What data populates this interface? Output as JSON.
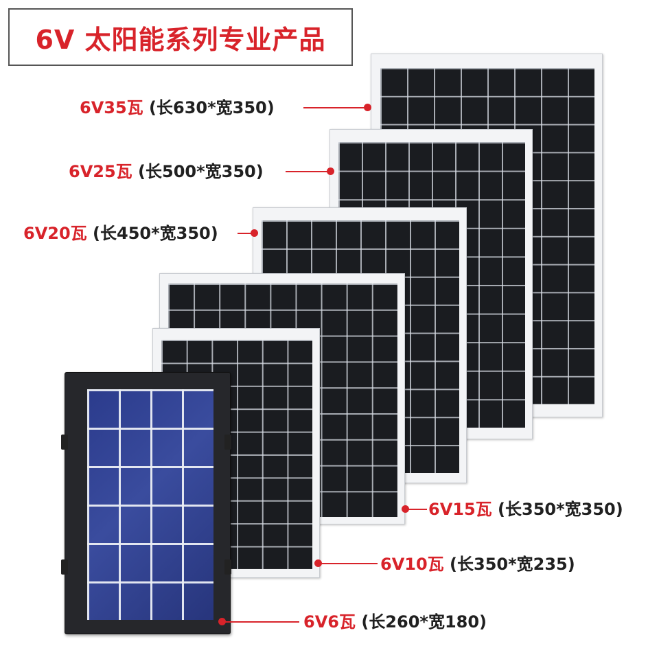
{
  "title": "6V 太阳能系列专业产品",
  "colors": {
    "accent": "#d8232a",
    "text": "#202020",
    "frame": "#f3f4f6"
  },
  "products": [
    {
      "id": "35w",
      "model": "6V35瓦",
      "dims": "(长630*宽350)"
    },
    {
      "id": "25w",
      "model": "6V25瓦",
      "dims": "(长500*宽350)"
    },
    {
      "id": "20w",
      "model": "6V20瓦",
      "dims": "(长450*宽350)"
    },
    {
      "id": "15w",
      "model": "6V15瓦",
      "dims": "(长350*宽350)"
    },
    {
      "id": "10w",
      "model": "6V10瓦",
      "dims": "(长350*宽235)"
    },
    {
      "id": "6w",
      "model": "6V6瓦",
      "dims": "(长260*宽180)"
    }
  ]
}
